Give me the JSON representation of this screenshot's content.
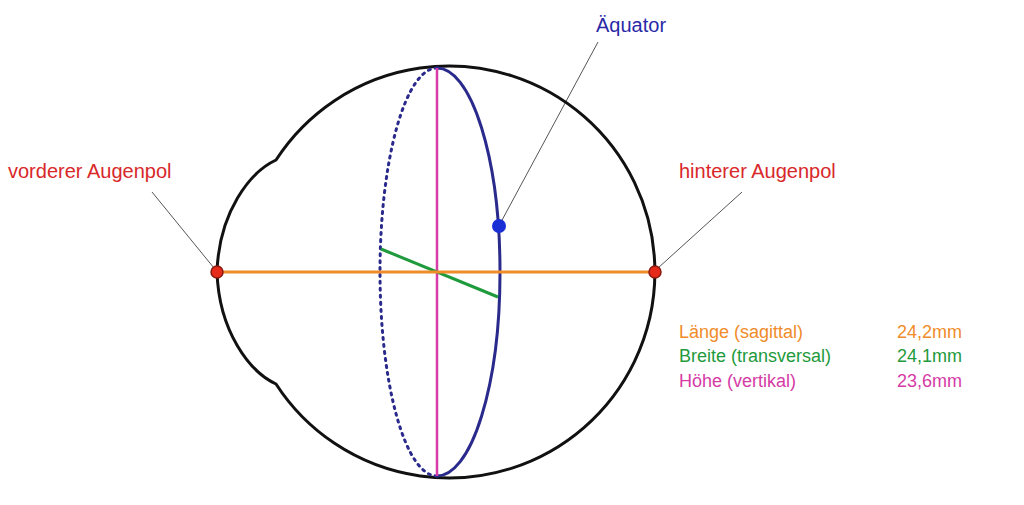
{
  "diagram": {
    "labels": [
      "Äquator",
      "vorderer Augenpol",
      "hinterer Augenpol",
      "Länge (sagittal)",
      "24,2mm",
      "Breite (transversal)",
      "24,1mm",
      "Höhe (vertikal)",
      "23,6mm"
    ]
  }
}
